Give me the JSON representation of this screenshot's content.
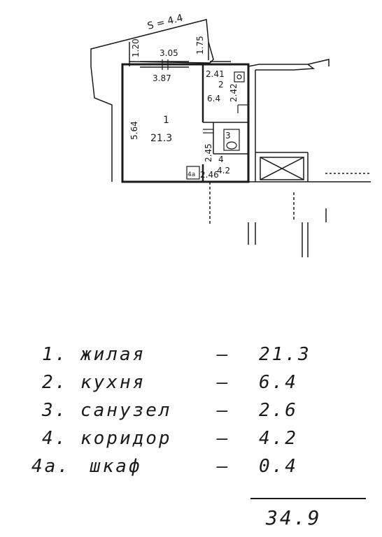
{
  "plan": {
    "balcony_area": "S = 4.4",
    "dim_balcony_left": "1.20",
    "dim_balcony_right": "1.75",
    "dim_top": "3.05",
    "dim_room1_width": "3.87",
    "dim_room1_height": "5.64",
    "room1_number": "1",
    "room1_area": "21.3",
    "dim_room2_width": "2.41",
    "room2_number": "2",
    "room2_area": "6.4",
    "dim_room2_height": "2.42",
    "room3_number": "3",
    "dim_corridor_height": "2.45",
    "room4_number": "4",
    "room4_area": "4.2",
    "dim_corridor_width": "2.46",
    "room4a_number": "4a"
  },
  "legend": [
    {
      "num": "1.",
      "name": "жилая",
      "dash": "–",
      "value": "21.3"
    },
    {
      "num": "2.",
      "name": "кухня",
      "dash": "–",
      "value": "6.4"
    },
    {
      "num": "3.",
      "name": "санузел",
      "dash": "–",
      "value": "2.6"
    },
    {
      "num": "4.",
      "name": "коридор",
      "dash": "–",
      "value": "4.2"
    },
    {
      "num": "4a.",
      "name": "шкаф",
      "dash": "–",
      "value": "0.4"
    }
  ],
  "total": "34.9"
}
